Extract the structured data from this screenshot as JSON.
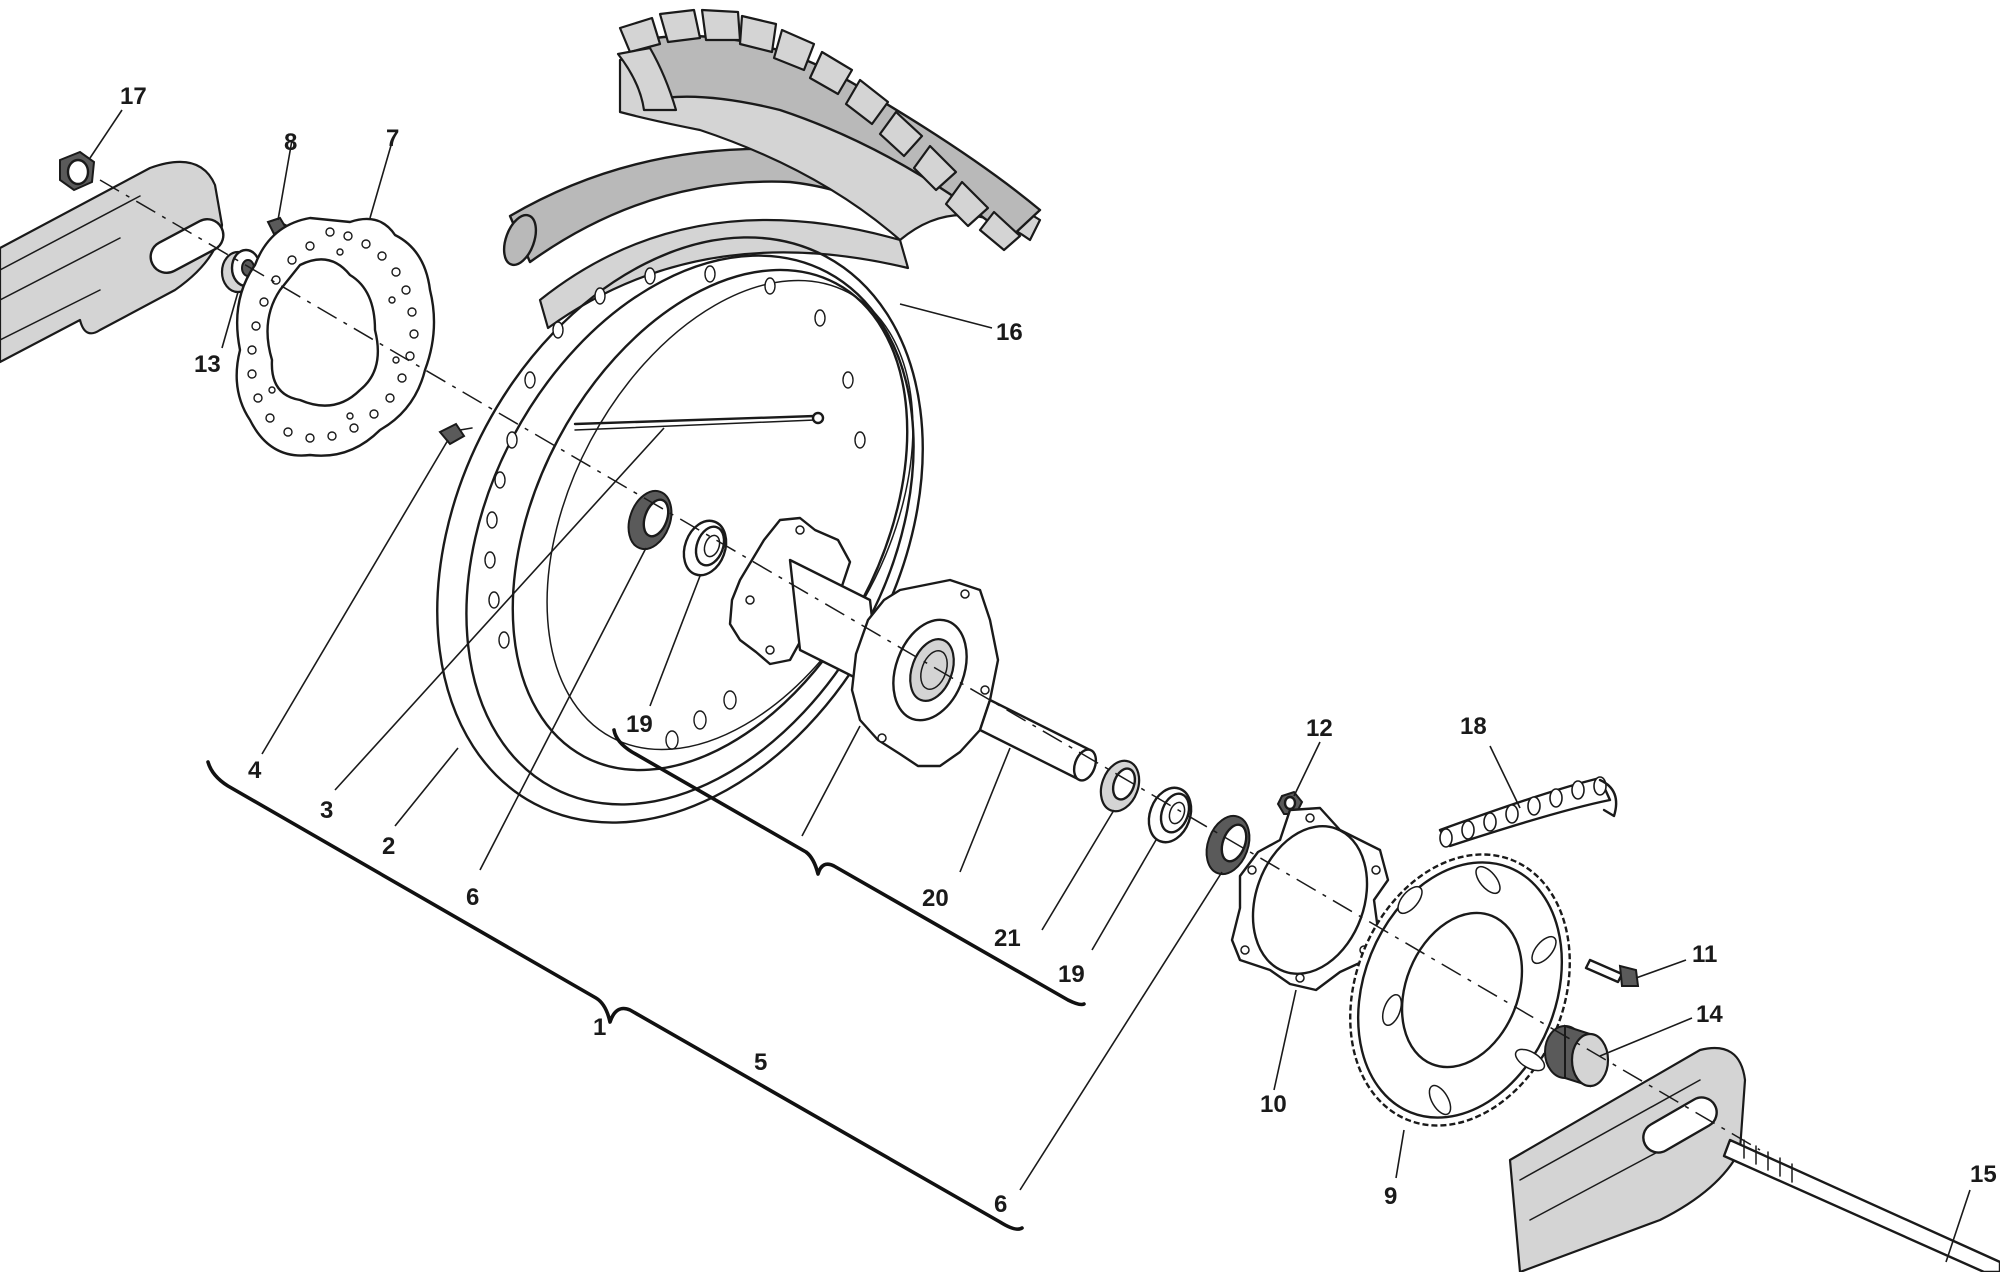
{
  "diagram": {
    "callouts": {
      "c1": "1",
      "c2": "2",
      "c3": "3",
      "c4": "4",
      "c5": "5",
      "c6a": "6",
      "c6b": "6",
      "c7": "7",
      "c8": "8",
      "c9": "9",
      "c10": "10",
      "c11": "11",
      "c12": "12",
      "c13": "13",
      "c14": "14",
      "c15": "15",
      "c16": "16",
      "c17": "17",
      "c18": "18",
      "c19a": "19",
      "c19b": "19",
      "c20": "20",
      "c21": "21"
    }
  }
}
